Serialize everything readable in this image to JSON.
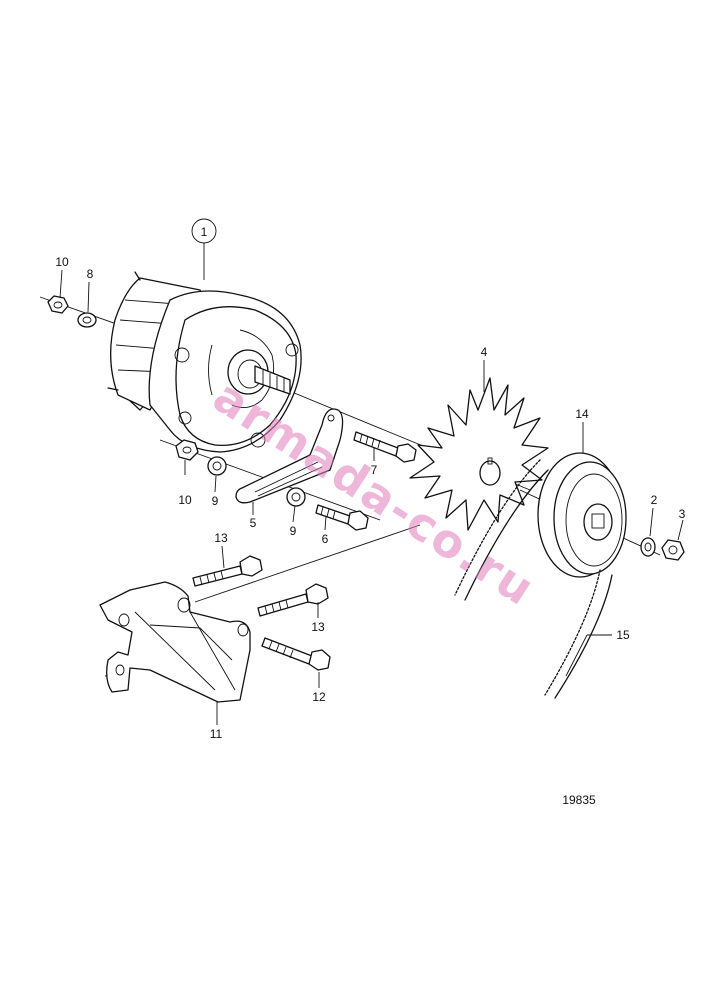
{
  "drawing_number": "19835",
  "watermark": "armada-co.ru",
  "colors": {
    "watermark": "#e07ab8",
    "line": "#111111",
    "background": "#ffffff"
  },
  "parts": [
    {
      "id": "part-1",
      "label": "1"
    },
    {
      "id": "part-2",
      "label": "2"
    },
    {
      "id": "part-3",
      "label": "3"
    },
    {
      "id": "part-4",
      "label": "4"
    },
    {
      "id": "part-5",
      "label": "5"
    },
    {
      "id": "part-6",
      "label": "6"
    },
    {
      "id": "part-7",
      "label": "7"
    },
    {
      "id": "part-8",
      "label": "8"
    },
    {
      "id": "part-9a",
      "label": "9"
    },
    {
      "id": "part-9b",
      "label": "9"
    },
    {
      "id": "part-10a",
      "label": "10"
    },
    {
      "id": "part-10b",
      "label": "10"
    },
    {
      "id": "part-11",
      "label": "11"
    },
    {
      "id": "part-12",
      "label": "12"
    },
    {
      "id": "part-13a",
      "label": "13"
    },
    {
      "id": "part-13b",
      "label": "13"
    },
    {
      "id": "part-14",
      "label": "14"
    },
    {
      "id": "part-15",
      "label": "15"
    }
  ]
}
